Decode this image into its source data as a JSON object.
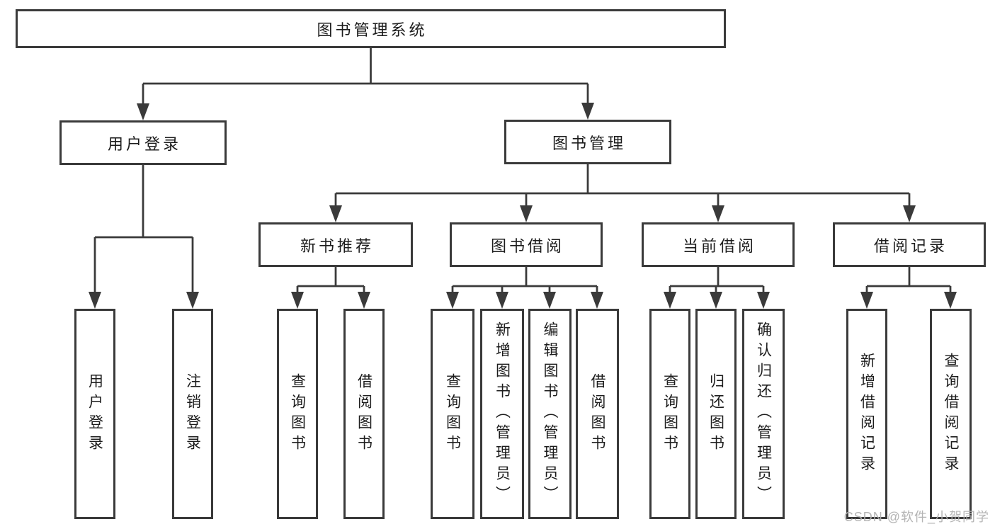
{
  "diagram": {
    "root": {
      "label": "图书管理系统"
    },
    "branches": [
      {
        "label": "用户登录",
        "children": [
          "用户登录",
          "注销登录"
        ]
      },
      {
        "label": "图书管理",
        "sections": [
          {
            "label": "新书推荐",
            "children": [
              "查询图书",
              "借阅图书"
            ]
          },
          {
            "label": "图书借阅",
            "children": [
              "查询图书",
              "新增图书（管理员）",
              "编辑图书（管理员）",
              "借阅图书"
            ]
          },
          {
            "label": "当前借阅",
            "children": [
              "查询图书",
              "归还图书",
              "确认归还（管理员）"
            ]
          },
          {
            "label": "借阅记录",
            "children": [
              "新增借阅记录",
              "查询借阅记录"
            ]
          }
        ]
      }
    ],
    "watermark": "CSDN @软件_小贺同学",
    "style": {
      "line_color": "#3a3a3a",
      "box_border_color": "#3a3a3a",
      "text_color": "#1c1c1c",
      "watermark_color": "#b0b0b0",
      "background_color": "#ffffff"
    }
  }
}
